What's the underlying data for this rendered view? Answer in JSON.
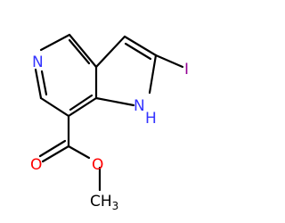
{
  "molecule": {
    "atoms": {
      "pyridine_n": "N",
      "pyrrole_n": "N",
      "pyrrole_h": "H",
      "iodine": "I",
      "carbonyl_o": "O",
      "ester_o": "O",
      "methyl_c": "CH",
      "methyl_sub": "3"
    },
    "colors": {
      "bond": "#000000",
      "nitrogen": "#3333ff",
      "oxygen": "#ff0000",
      "iodine": "#940094",
      "carbon": "#000000"
    }
  }
}
